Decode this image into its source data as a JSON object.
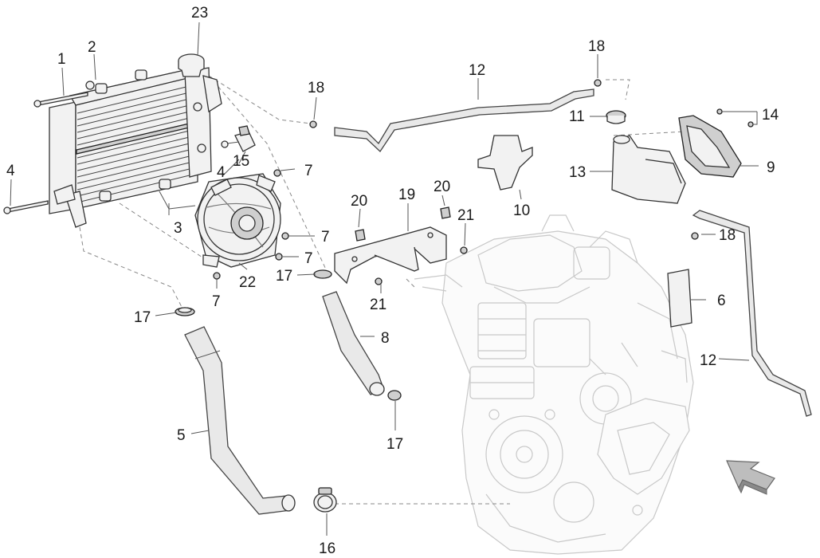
{
  "callouts": [
    {
      "id": "c23",
      "text": "23"
    },
    {
      "id": "c1",
      "text": "1"
    },
    {
      "id": "c2",
      "text": "2"
    },
    {
      "id": "c4a",
      "text": "4"
    },
    {
      "id": "c4b",
      "text": "4"
    },
    {
      "id": "c15",
      "text": "15"
    },
    {
      "id": "c3",
      "text": "3"
    },
    {
      "id": "c7a",
      "text": "7"
    },
    {
      "id": "c7b",
      "text": "7"
    },
    {
      "id": "c7c",
      "text": "7"
    },
    {
      "id": "c7d",
      "text": "7"
    },
    {
      "id": "c22",
      "text": "22"
    },
    {
      "id": "c17a",
      "text": "17"
    },
    {
      "id": "c17b",
      "text": "17"
    },
    {
      "id": "c17c",
      "text": "17"
    },
    {
      "id": "c5",
      "text": "5"
    },
    {
      "id": "c16",
      "text": "16"
    },
    {
      "id": "c8",
      "text": "8"
    },
    {
      "id": "c18a",
      "text": "18"
    },
    {
      "id": "c18b",
      "text": "18"
    },
    {
      "id": "c18c",
      "text": "18"
    },
    {
      "id": "c12a",
      "text": "12"
    },
    {
      "id": "c12b",
      "text": "12"
    },
    {
      "id": "c20a",
      "text": "20"
    },
    {
      "id": "c20b",
      "text": "20"
    },
    {
      "id": "c19",
      "text": "19"
    },
    {
      "id": "c21a",
      "text": "21"
    },
    {
      "id": "c21b",
      "text": "21"
    },
    {
      "id": "c10",
      "text": "10"
    },
    {
      "id": "c11",
      "text": "11"
    },
    {
      "id": "c14",
      "text": "14"
    },
    {
      "id": "c13",
      "text": "13"
    },
    {
      "id": "c9",
      "text": "9"
    },
    {
      "id": "c6",
      "text": "6"
    }
  ],
  "colors": {
    "ink": "#1a1a1a",
    "part_fill": "#f2f2f2",
    "engine_ghost": "#c8c8c8",
    "arrow_fill": "#bdbdbd"
  },
  "icons": {
    "direction_arrow": "front-direction-arrow-icon"
  }
}
